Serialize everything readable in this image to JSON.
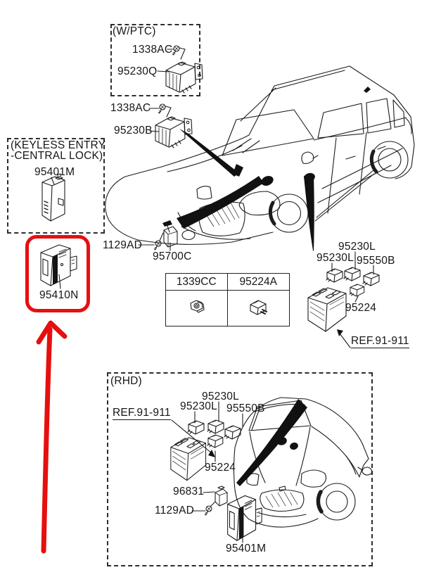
{
  "palette": {
    "line": "#1c1c1c",
    "highlight_red": "#e60f0f",
    "background": "#ffffff"
  },
  "wptc_group": {
    "title": "(W/PTC)",
    "bolt_label": "1338AC",
    "relay_label": "95230Q"
  },
  "front_group": {
    "bolt_label": "1338AC",
    "relay_label": "95230B",
    "screw_label": "1129AD",
    "sensor_label": "95700C"
  },
  "keyless_group": {
    "title_line1": "(KEYLESS ENTRY",
    "title_line2": "-CENTRAL LOCK)",
    "module_label": "95401M"
  },
  "highlighted_part": {
    "label": "95410N"
  },
  "fastener_table": {
    "col1_header": "1339CC",
    "col2_header": "95224A"
  },
  "lhd_relay_group": {
    "relay_top_label": "95230L",
    "relay_left_label": "95230L",
    "relay_right_label": "95550B",
    "relay_small_label": "95224",
    "ref_label": "REF.91-911"
  },
  "rhd_group": {
    "title": "(RHD)",
    "ref_label": "REF.91-911",
    "relay_top_label": "95230L",
    "relay_left_label": "95230L",
    "relay_right_label": "95550B",
    "relay_small_label": "95224",
    "bracket_label": "96831",
    "screw_label": "1129AD",
    "module_label": "95401M"
  }
}
